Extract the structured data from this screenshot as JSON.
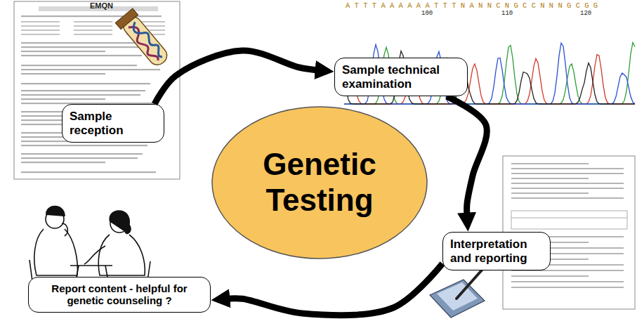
{
  "diagram": {
    "nodes": [
      {
        "text": [
          "Sample reception"
        ]
      },
      {
        "text": [
          "Sample technical examination"
        ]
      },
      {
        "text": [
          "Genetic Testing"
        ]
      },
      {
        "text": [
          "Interpretation and reporting"
        ]
      },
      {
        "text": [
          "Report content - helpful for genetic counseling ?"
        ]
      }
    ],
    "edges": [
      {
        "from": 0,
        "to": 1,
        "arrow": "to"
      },
      {
        "from": 1,
        "to": 3,
        "arrow": "to"
      },
      {
        "from": 3,
        "to": 4,
        "arrow": "to"
      }
    ],
    "labels": [
      "EMQN",
      "A T T T A A A A A A T T T N A N N C N G C C N N N G C G G",
      "100",
      "110",
      "120"
    ]
  }
}
